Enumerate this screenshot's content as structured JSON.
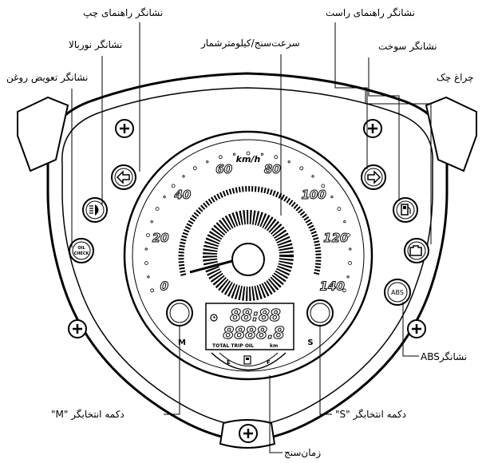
{
  "labels": {
    "left_turn": "نشانگر راهنمای چپ",
    "high_beam": "نشانگر نوربالا",
    "oil_change": "نشانگر تعویض روغن",
    "right_turn": "نشانگر راهنمای راست",
    "fuel": "نشانگر سوخت",
    "check_light": "چراغ چک",
    "speedometer": "سرعت‌سنج/کیلومترشمار",
    "abs": "نشانگرABS",
    "m_button": "دکمه انتخابگر \"M\"",
    "s_button": "دکمه انتخابگر \"S\"",
    "clock": "زمان‌سنج"
  },
  "dial": {
    "unit": "km/h",
    "speed_ticks": [
      "0",
      "20",
      "40",
      "60",
      "80",
      "100",
      "120",
      "140"
    ],
    "oil_check_text": [
      "OIL",
      "CHECK"
    ],
    "abs_text": "ABS",
    "m_letter": "M",
    "s_letter": "S",
    "lcd_clock": "88:88",
    "lcd_odometer": "8888.8",
    "lcd_modes": "TOTAL TRIP OIL",
    "lcd_unit": "km",
    "fuel_e": "E",
    "fuel_f": "F"
  }
}
